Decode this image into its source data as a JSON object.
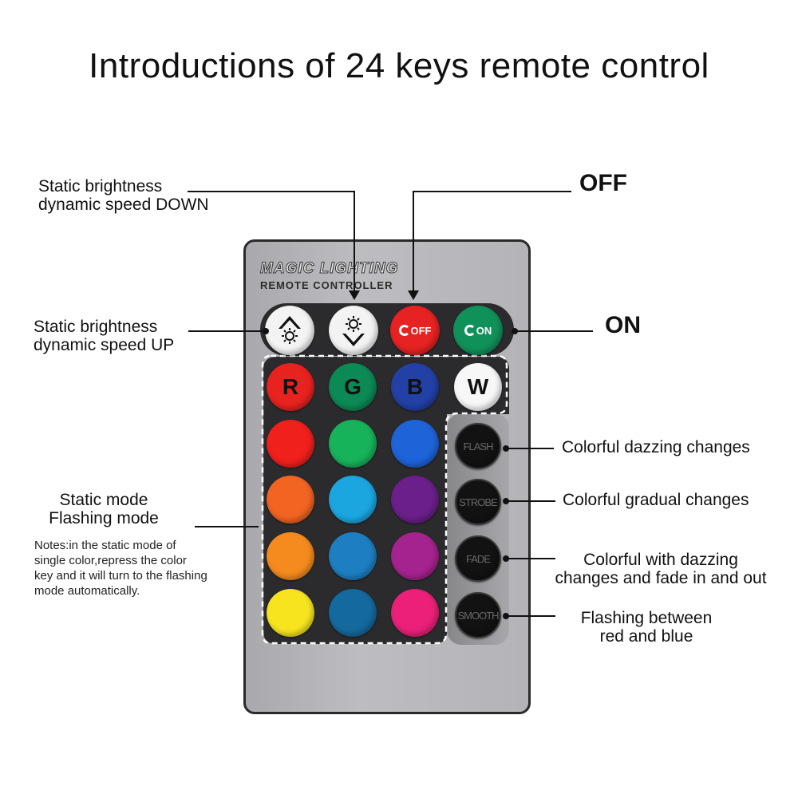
{
  "title": "Introductions of 24 keys remote control",
  "remote": {
    "brand": "MAGIC LIGHTING",
    "subbrand": "REMOTE CONTROLLER",
    "buttons": {
      "r": "R",
      "g": "G",
      "b": "B",
      "w": "W",
      "off": "OFF",
      "on": "ON",
      "flash": "FLASH",
      "strobe": "STROBE",
      "fade": "FADE",
      "smooth": "SMOOTH"
    },
    "colors": {
      "row1": [
        "#e8221f",
        "#0c8a55",
        "#2340a6"
      ],
      "row2": [
        "#f0201c",
        "#17b35a",
        "#1f63d9"
      ],
      "row3": [
        "#f26422",
        "#1ba6e0",
        "#6a1f8a"
      ],
      "row4": [
        "#f58b1f",
        "#1d7fc2",
        "#a5238e"
      ],
      "row5": [
        "#f7e41f",
        "#146a9e",
        "#ea2079"
      ]
    }
  },
  "labels": {
    "bright_down": [
      "Static brightness",
      "dynamic speed DOWN"
    ],
    "bright_up": [
      "Static brightness",
      "dynamic speed UP"
    ],
    "off": "OFF",
    "on": "ON",
    "flash": "Colorful dazzing changes",
    "strobe": "Colorful gradual changes",
    "fade": [
      "Colorful with dazzing",
      "changes and fade in and out"
    ],
    "smooth": [
      "Flashing between",
      "red and blue"
    ],
    "static_mode": [
      "Static mode",
      "Flashing mode"
    ],
    "notes": [
      "Notes:in the static mode of",
      "single color,repress the color",
      "key and it will turn to the flashing",
      "mode automatically."
    ]
  }
}
